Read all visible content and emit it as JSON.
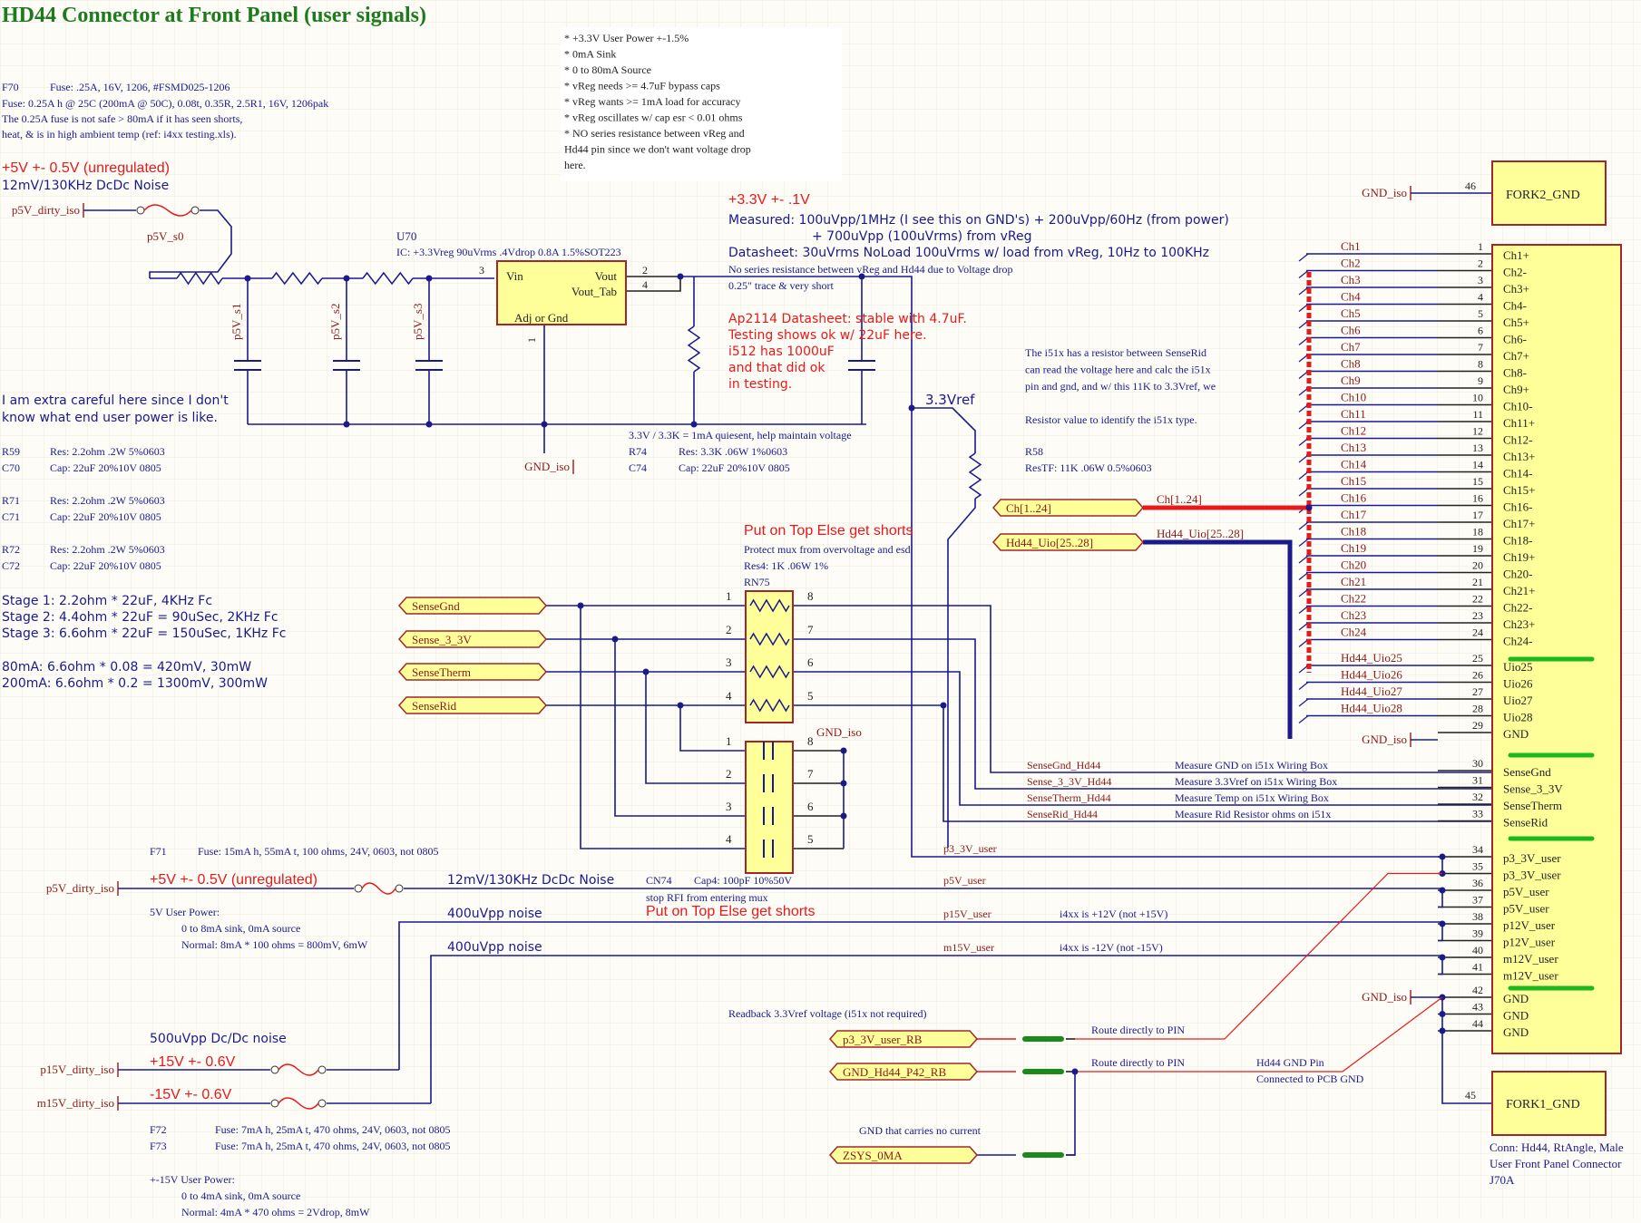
{
  "title": "HD44 Connector at Front Panel (user signals)",
  "notes": {
    "f70": [
      "F70",
      "Fuse: .25A, 16V, 1206, #FSMD025-1206"
    ],
    "f70_lines": [
      "Fuse: 0.25A h @ 25C (200mA @ 50C), 0.08t, 0.35R, 2.5R1, 16V, 1206pak",
      "The 0.25A fuse is not safe > 80mA if it has seen shorts,",
      "heat, & is in high ambient temp (ref: i4xx testing.xls)."
    ],
    "p5v_range": "+5V +- 0.5V (unregulated)",
    "p5v_noise": "12mV/130KHz DcDc Noise",
    "reg_box": [
      "* +3.3V User Power +-1.5%",
      "* 0mA Sink",
      "* 0 to 80mA Source",
      "* vReg needs >= 4.7uF bypass caps",
      "* vReg wants >= 1mA load for accuracy",
      "* vReg oscillates w/ cap esr < 0.01 ohms",
      "* NO series resistance between vReg and",
      "Hd44 pin since we don't want voltage drop",
      "here."
    ],
    "v33_range": "+3.3V +- .1V",
    "measured": [
      "Measured: 100uVpp/1MHz (I see this on GND's) + 200uVpp/60Hz (from power)",
      "+ 700uVpp (100uVrms) from vReg",
      "Datasheet: 30uVrms NoLoad 100uVrms w/ load from vReg, 10Hz to 100KHz"
    ],
    "no_series": [
      "No series resistance between vReg and Hd44 due to Voltage drop",
      "0.25\" trace & very short"
    ],
    "ap2114": [
      "Ap2114 Datasheet: stable with 4.7uF.",
      "Testing shows ok w/ 22uF here.",
      "i512 has 1000uF",
      "and that did ok",
      "in testing."
    ],
    "careful": [
      "I am extra careful here since I don't",
      "know what end user power is like."
    ],
    "rc_parts": [
      [
        "R59",
        "Res: 2.2ohm .2W 5%0603"
      ],
      [
        "C70",
        "Cap: 22uF 20%10V 0805"
      ],
      [
        "R71",
        "Res: 2.2ohm .2W 5%0603"
      ],
      [
        "C71",
        "Cap: 22uF 20%10V 0805"
      ],
      [
        "R72",
        "Res: 2.2ohm .2W 5%0603"
      ],
      [
        "C72",
        "Cap: 22uF 20%10V 0805"
      ]
    ],
    "stages": [
      "Stage 1: 2.2ohm * 22uF, 4KHz Fc",
      "Stage 2: 4.4ohm * 22uF = 90uSec, 2KHz Fc",
      "Stage 3: 6.6ohm * 22uF = 150uSec, 1KHz Fc"
    ],
    "power": [
      "80mA: 6.6ohm * 0.08 = 420mV, 30mW",
      "200mA: 6.6ohm * 0.2 = 1300mV, 300mW"
    ],
    "quiesent": "3.3V / 3.3K = 1mA quiesent, help maintain voltage",
    "r74": [
      "R74",
      "Res: 3.3K .06W 1%0603"
    ],
    "c74": [
      "C74",
      "Cap: 22uF 20%10V 0805"
    ],
    "i51x": [
      "The i51x has a resistor between SenseRid",
      "can read the voltage here and calc the i51x",
      "pin and gnd, and w/ this 11K to 3.3Vref, we",
      "",
      "Resistor value to identify the i51x type."
    ],
    "r58": [
      "R58",
      "ResTF: 11K .06W 0.5%0603"
    ],
    "put_on_top": "Put on Top Else get shorts",
    "protect": [
      "Protect mux from overvoltage and esd",
      "Res4: 1K .06W 1%",
      "RN75"
    ],
    "f71": [
      "F71",
      "Fuse: 15mA h, 55mA t, 100 ohms, 24V, 0603, not 0805"
    ],
    "cn74": [
      "CN74",
      "Cap4: 100pF 10%50V"
    ],
    "stop_rfi": "stop RFI from entering mux",
    "user5v": [
      "5V User Power:",
      "0 to 8mA sink, 0mA source",
      "Normal: 8mA * 100 ohms = 800mV, 6mW"
    ],
    "noise400": "400uVpp noise",
    "noise500": "500uVpp Dc/Dc noise",
    "p15_range": "+15V +- 0.6V",
    "m15_range": "-15V +- 0.6V",
    "f72": [
      "F72",
      "Fuse: 7mA h, 25mA t, 470 ohms, 24V, 0603, not 0805"
    ],
    "f73": [
      "F73",
      "Fuse: 7mA h, 25mA t, 470 ohms, 24V, 0603, not 0805"
    ],
    "user15v": [
      "+-15V User Power:",
      "0 to 4mA sink, 0mA source",
      "Normal: 4mA * 470 ohms = 2Vdrop, 8mW"
    ],
    "i4xx_p": "i4xx is +12V (not +15V)",
    "i4xx_m": "i4xx is -12V (not -15V)",
    "readback": "Readback 3.3Vref voltage (i51x not required)",
    "route": "Route directly to PIN",
    "hd44gnd": [
      "Hd44 GND Pin",
      "Connected to PCB GND"
    ],
    "gnd_nocurrent": "GND that carries no current",
    "conn": [
      "Conn: Hd44, RtAngle, Male",
      "User Front Panel Connector",
      "J70A"
    ]
  },
  "regulator": {
    "ref": "U70",
    "desc": "IC: +3.3Vreg 90uVrms .4Vdrop 0.8A 1.5%SOT223",
    "pins": [
      "Vin",
      "Vout",
      "Vout_Tab",
      "Adj or Gnd"
    ],
    "pin_nums": [
      "3",
      "2",
      "4",
      "1"
    ]
  },
  "nets": {
    "p5v_dirty": "p5V_dirty_iso",
    "p5v_s0": "p5V_s0",
    "p5v_s1": "p5V_s1",
    "p5v_s2": "p5V_s2",
    "p5v_s3": "p5V_s3",
    "gnd_iso": "GND_iso",
    "v33ref": "3.3Vref",
    "ch_bus": "Ch[1..24]",
    "uio_bus": "Hd44_Uio[25..28]",
    "p3_3v_user": "p3_3V_user",
    "p5v_user": "p5V_user",
    "p15v_user": "p15V_user",
    "m15v_user": "m15V_user",
    "p15v_dirty": "p15V_dirty_iso",
    "m15v_dirty": "m15V_dirty_iso"
  },
  "ports": {
    "sense": [
      "SenseGnd",
      "Sense_3_3V",
      "SenseTherm",
      "SenseRid"
    ],
    "ch": "Ch[1..24]",
    "uio": "Hd44_Uio[25..28]",
    "rb": [
      "p3_3V_user_RB",
      "GND_Hd44_P42_RB",
      "ZSYS_0MA"
    ]
  },
  "sense_nets": [
    {
      "net": "SenseGnd_Hd44",
      "desc": "Measure GND on i51x Wiring Box"
    },
    {
      "net": "Sense_3_3V_Hd44",
      "desc": "Measure 3.3Vref on i51x Wiring Box"
    },
    {
      "net": "SenseTherm_Hd44",
      "desc": "Measure Temp on i51x Wiring Box"
    },
    {
      "net": "SenseRid_Hd44",
      "desc": "Measure Rid Resistor ohms on i51x"
    }
  ],
  "connector": {
    "fork2": {
      "pin": "46",
      "name": "FORK2_GND"
    },
    "fork1": {
      "pin": "45",
      "name": "FORK1_GND"
    },
    "pins": [
      {
        "n": "1",
        "net": "Ch1",
        "name": "Ch1+"
      },
      {
        "n": "2",
        "net": "Ch2",
        "name": "Ch2-"
      },
      {
        "n": "3",
        "net": "Ch3",
        "name": "Ch3+"
      },
      {
        "n": "4",
        "net": "Ch4",
        "name": "Ch4-"
      },
      {
        "n": "5",
        "net": "Ch5",
        "name": "Ch5+"
      },
      {
        "n": "6",
        "net": "Ch6",
        "name": "Ch6-"
      },
      {
        "n": "7",
        "net": "Ch7",
        "name": "Ch7+"
      },
      {
        "n": "8",
        "net": "Ch8",
        "name": "Ch8-"
      },
      {
        "n": "9",
        "net": "Ch9",
        "name": "Ch9+"
      },
      {
        "n": "10",
        "net": "Ch10",
        "name": "Ch10-"
      },
      {
        "n": "11",
        "net": "Ch11",
        "name": "Ch11+"
      },
      {
        "n": "12",
        "net": "Ch12",
        "name": "Ch12-"
      },
      {
        "n": "13",
        "net": "Ch13",
        "name": "Ch13+"
      },
      {
        "n": "14",
        "net": "Ch14",
        "name": "Ch14-"
      },
      {
        "n": "15",
        "net": "Ch15",
        "name": "Ch15+"
      },
      {
        "n": "16",
        "net": "Ch16",
        "name": "Ch16-"
      },
      {
        "n": "17",
        "net": "Ch17",
        "name": "Ch17+"
      },
      {
        "n": "18",
        "net": "Ch18",
        "name": "Ch18-"
      },
      {
        "n": "19",
        "net": "Ch19",
        "name": "Ch19+"
      },
      {
        "n": "20",
        "net": "Ch20",
        "name": "Ch20-"
      },
      {
        "n": "21",
        "net": "Ch21",
        "name": "Ch21+"
      },
      {
        "n": "22",
        "net": "Ch22",
        "name": "Ch22-"
      },
      {
        "n": "23",
        "net": "Ch23",
        "name": "Ch23+"
      },
      {
        "n": "24",
        "net": "Ch24",
        "name": "Ch24-"
      },
      {
        "n": "25",
        "net": "Hd44_Uio25",
        "name": "Uio25"
      },
      {
        "n": "26",
        "net": "Hd44_Uio26",
        "name": "Uio26"
      },
      {
        "n": "27",
        "net": "Hd44_Uio27",
        "name": "Uio27"
      },
      {
        "n": "28",
        "net": "Hd44_Uio28",
        "name": "Uio28"
      },
      {
        "n": "29",
        "net": "GND_iso",
        "name": "GND"
      },
      {
        "n": "30",
        "net": "",
        "name": "SenseGnd"
      },
      {
        "n": "31",
        "net": "",
        "name": "Sense_3_3V"
      },
      {
        "n": "32",
        "net": "",
        "name": "SenseTherm"
      },
      {
        "n": "33",
        "net": "",
        "name": "SenseRid"
      },
      {
        "n": "34",
        "net": "",
        "name": "p3_3V_user"
      },
      {
        "n": "35",
        "net": "",
        "name": "p3_3V_user"
      },
      {
        "n": "36",
        "net": "",
        "name": "p5V_user"
      },
      {
        "n": "37",
        "net": "",
        "name": "p5V_user"
      },
      {
        "n": "38",
        "net": "",
        "name": "p12V_user"
      },
      {
        "n": "39",
        "net": "",
        "name": "p12V_user"
      },
      {
        "n": "40",
        "net": "",
        "name": "m12V_user"
      },
      {
        "n": "41",
        "net": "",
        "name": "m12V_user"
      },
      {
        "n": "42",
        "net": "GND_iso",
        "name": "GND"
      },
      {
        "n": "43",
        "net": "",
        "name": "GND"
      },
      {
        "n": "44",
        "net": "",
        "name": "GND"
      }
    ]
  },
  "colors": {
    "wire": "#1a1a8c",
    "red": "#e8191a",
    "title": "#1e7a1e",
    "part_fill": "#ffff99",
    "part_border": "#a0282a",
    "net_label": "#8b1a1a",
    "green": "#1db81d",
    "grid": "#ecebe0"
  }
}
